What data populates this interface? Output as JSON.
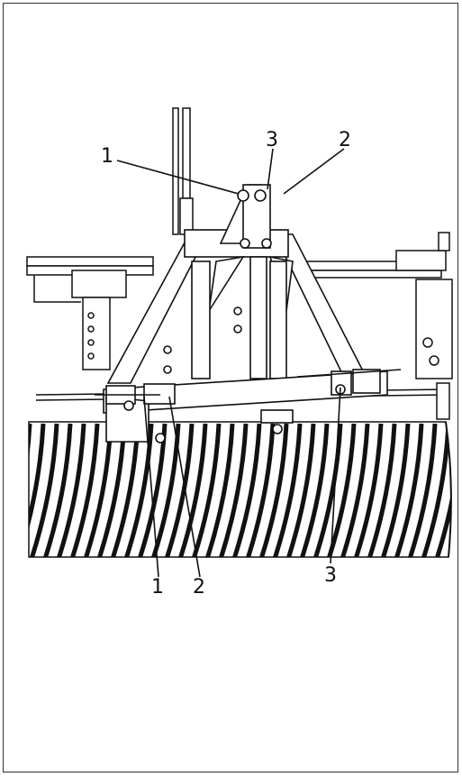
{
  "callouts": {
    "top_left": "1",
    "top_center": "3",
    "top_right": "2",
    "bottom_left_1": "1",
    "bottom_left_2": "2",
    "bottom_right_3": "3"
  }
}
